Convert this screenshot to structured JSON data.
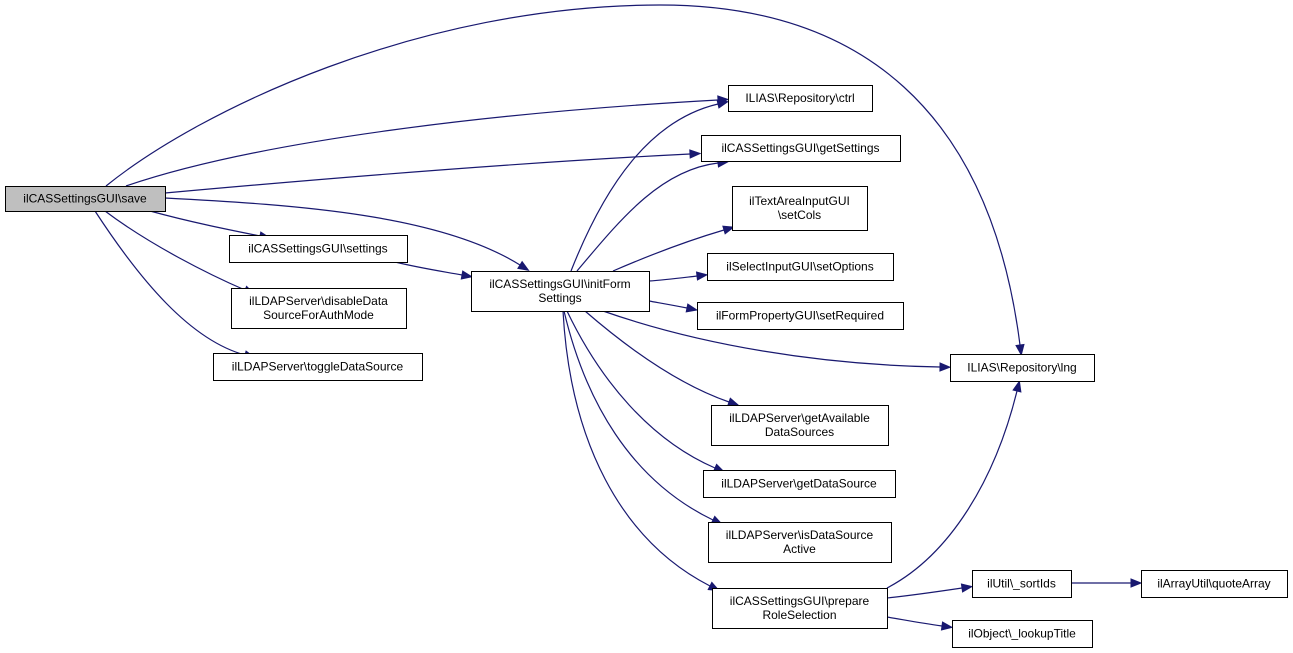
{
  "diagram": {
    "type": "call-graph",
    "colors": {
      "edge": "#191970",
      "root_fill": "#bfbfbf",
      "node_fill": "#ffffff",
      "border": "#000000"
    },
    "nodes": [
      {
        "id": "save",
        "lines": [
          "ilCASSettingsGUI\\save"
        ],
        "root": true
      },
      {
        "id": "settings",
        "lines": [
          "ilCASSettingsGUI\\settings"
        ]
      },
      {
        "id": "disable",
        "lines": [
          "ilLDAPServer\\disableData",
          "SourceForAuthMode"
        ]
      },
      {
        "id": "toggle",
        "lines": [
          "ilLDAPServer\\toggleDataSource"
        ]
      },
      {
        "id": "initform",
        "lines": [
          "ilCASSettingsGUI\\initForm",
          "Settings"
        ]
      },
      {
        "id": "ctrl",
        "lines": [
          "ILIAS\\Repository\\ctrl"
        ]
      },
      {
        "id": "getsettings",
        "lines": [
          "ilCASSettingsGUI\\getSettings"
        ]
      },
      {
        "id": "setcols",
        "lines": [
          "ilTextAreaInputGUI",
          "\\setCols"
        ]
      },
      {
        "id": "setoptions",
        "lines": [
          "ilSelectInputGUI\\setOptions"
        ]
      },
      {
        "id": "setrequired",
        "lines": [
          "ilFormPropertyGUI\\setRequired"
        ]
      },
      {
        "id": "lng",
        "lines": [
          "ILIAS\\Repository\\lng"
        ]
      },
      {
        "id": "getavail",
        "lines": [
          "ilLDAPServer\\getAvailable",
          "DataSources"
        ]
      },
      {
        "id": "getds",
        "lines": [
          "ilLDAPServer\\getDataSource"
        ]
      },
      {
        "id": "isactive",
        "lines": [
          "ilLDAPServer\\isDataSource",
          "Active"
        ]
      },
      {
        "id": "prepare",
        "lines": [
          "ilCASSettingsGUI\\prepare",
          "RoleSelection"
        ]
      },
      {
        "id": "sortids",
        "lines": [
          "ilUtil\\_sortIds"
        ]
      },
      {
        "id": "quotearray",
        "lines": [
          "ilArrayUtil\\quoteArray"
        ]
      },
      {
        "id": "lookuptitle",
        "lines": [
          "ilObject\\_lookupTitle"
        ]
      }
    ],
    "edges": [
      {
        "from": "save",
        "to": "lng"
      },
      {
        "from": "save",
        "to": "ctrl"
      },
      {
        "from": "save",
        "to": "getsettings"
      },
      {
        "from": "save",
        "to": "initform"
      },
      {
        "from": "save",
        "to": "settings"
      },
      {
        "from": "save",
        "to": "disable"
      },
      {
        "from": "save",
        "to": "toggle"
      },
      {
        "from": "settings",
        "to": "initform"
      },
      {
        "from": "initform",
        "to": "ctrl"
      },
      {
        "from": "initform",
        "to": "getsettings"
      },
      {
        "from": "initform",
        "to": "setcols"
      },
      {
        "from": "initform",
        "to": "setoptions"
      },
      {
        "from": "initform",
        "to": "setrequired"
      },
      {
        "from": "initform",
        "to": "lng"
      },
      {
        "from": "initform",
        "to": "getavail"
      },
      {
        "from": "initform",
        "to": "getds"
      },
      {
        "from": "initform",
        "to": "isactive"
      },
      {
        "from": "initform",
        "to": "prepare"
      },
      {
        "from": "prepare",
        "to": "lng"
      },
      {
        "from": "prepare",
        "to": "sortids"
      },
      {
        "from": "prepare",
        "to": "lookuptitle"
      },
      {
        "from": "sortids",
        "to": "quotearray"
      }
    ]
  }
}
